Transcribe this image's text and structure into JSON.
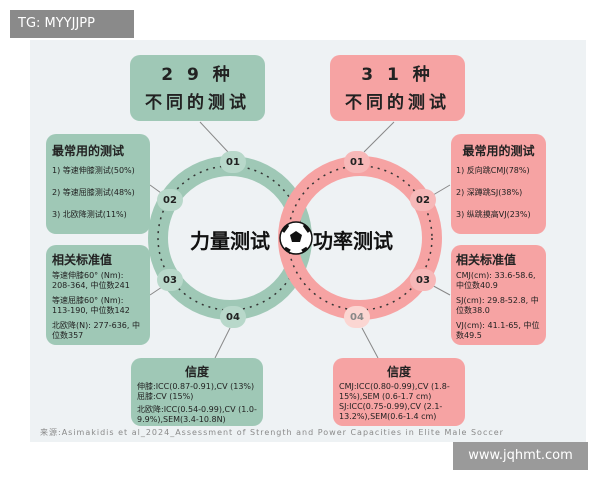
{
  "watermark_label": "TG: MYYJJPP",
  "site_label": "www.jqhmt.com",
  "colors": {
    "strength": "#9fc8b6",
    "power": "#f6a3a3"
  },
  "strength": {
    "count_title": "2 9 种",
    "subtitle": "不同的测试",
    "center": "力量测试",
    "nodes": [
      "01",
      "02",
      "03",
      "04"
    ],
    "common": {
      "title": "最常用的测试",
      "items": [
        "1) 等速伸膝测试(50%)",
        "2) 等速屈膝测试(48%)",
        "3) 北欧降测试(11%)"
      ]
    },
    "norms": {
      "title": "相关标准值",
      "items": [
        "等速伸膝60° (Nm): 208-364, 中位数241",
        "等速屈膝60° (Nm): 113-190, 中位数142",
        "北欧降(N): 277-636, 中位数357"
      ]
    },
    "reliability": {
      "title": "信度",
      "items": [
        "伸膝:ICC(0.87-0.91),CV (13%)",
        "屈膝:CV (15%)",
        "北欧降:ICC(0.54-0.99),CV (1.0-9.9%),SEM(3.4-10.8N)"
      ]
    }
  },
  "power": {
    "count_title": "3 1 种",
    "subtitle": "不同的测试",
    "center": "功率测试",
    "nodes": [
      "01",
      "02",
      "03",
      "04"
    ],
    "common": {
      "title": "最常用的测试",
      "items": [
        "1) 反向跳CMJ(78%)",
        "2) 深蹲跳SJ(38%)",
        "3) 纵跳摸高VJ(23%)"
      ]
    },
    "norms": {
      "title": "相关标准值",
      "items": [
        "CMJ(cm): 33.6-58.6, 中位数40.9",
        "SJ(cm): 29.8-52.8, 中位数38.0",
        "VJ(cm): 41.1-65, 中位数49.5"
      ]
    },
    "reliability": {
      "title": "信度",
      "items": [
        "CMJ:ICC(0.80-0.99),CV (1.8-15%),SEM (0.6-1.7 cm)",
        "SJ:ICC(0.75-0.99),CV (2.1-13.2%),SEM(0.6-1.4 cm)"
      ]
    }
  },
  "source": "来源:Asimakidis et al_2024_Assessment of Strength and Power Capacities in Elite Male Soccer"
}
